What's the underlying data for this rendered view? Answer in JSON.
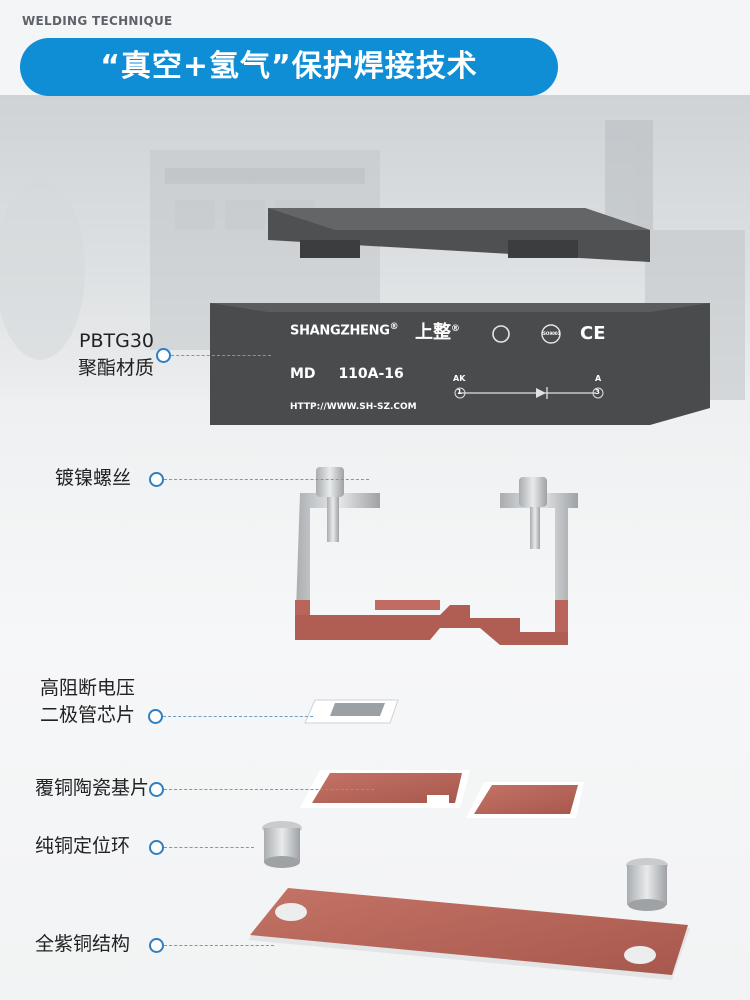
{
  "header": {
    "tag": "WELDING TECHNIQUE",
    "banner": "“真空+氢气”保护焊接技术"
  },
  "module": {
    "brand": "SHANGZHENG",
    "brand_reg": "®",
    "brand_cn": "上整",
    "brand_cn_reg": "®",
    "model_prefix": "MD",
    "model": "110A-16",
    "url": "HTTP://WWW.SH-SZ.COM",
    "terminal_left": "AK",
    "terminal_left_num": "1",
    "terminal_right": "A",
    "terminal_right_num": "3",
    "ce_mark": "CE",
    "iso_mark": "ISO9001"
  },
  "callouts": {
    "housing": [
      "PBTG30",
      "聚酯材质"
    ],
    "screw": "镀镍螺丝",
    "chip": [
      "高阻断电压",
      "二极管芯片"
    ],
    "ceramic": "覆铜陶瓷基片",
    "ring": "纯铜定位环",
    "base": "全紫铜结构"
  },
  "colors": {
    "accent": "#0f8ed6",
    "copper": "#b9655a",
    "housing": "#4a4b4d"
  }
}
